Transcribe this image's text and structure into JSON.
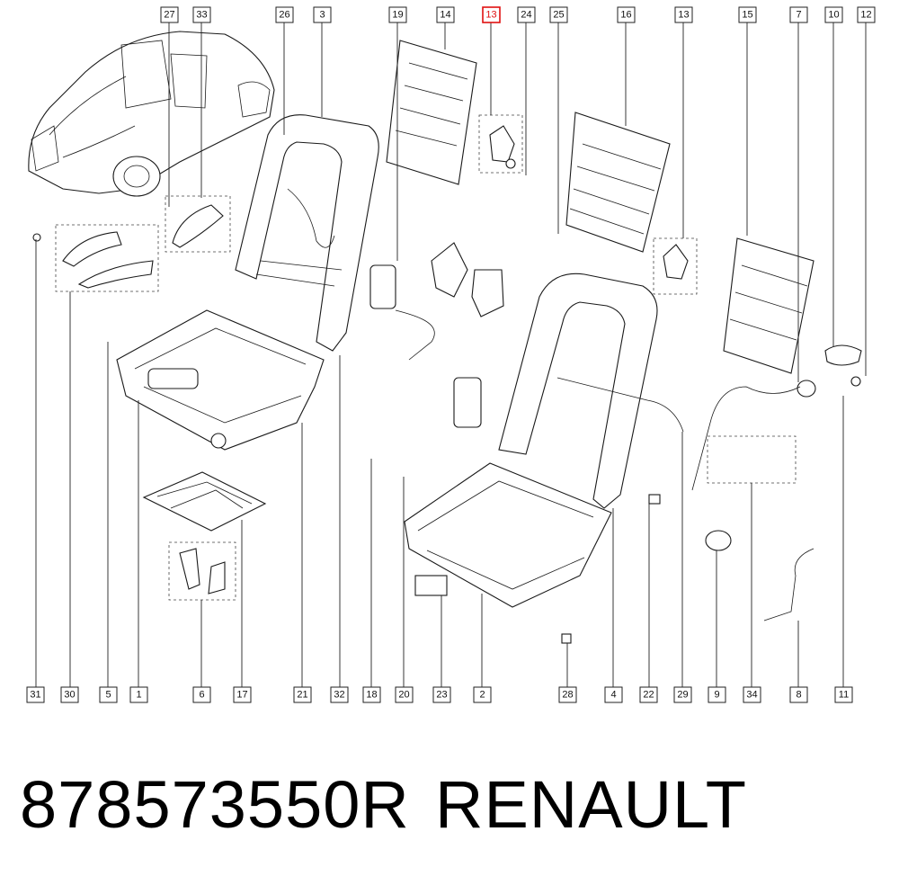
{
  "top_callouts": [
    "27",
    "33",
    "26",
    "3",
    "19",
    "14",
    "13",
    "24",
    "25",
    "16",
    "13",
    "15",
    "7",
    "10",
    "12"
  ],
  "bottom_callouts": [
    "31",
    "30",
    "5",
    "1",
    "6",
    "17",
    "21",
    "32",
    "18",
    "20",
    "23",
    "2",
    "28",
    "4",
    "22",
    "29",
    "9",
    "34",
    "8",
    "11"
  ],
  "highlighted_callout": "13",
  "caption": {
    "part_number": "878573550R",
    "brand": "RENAULT"
  },
  "colors": {
    "highlight": "#e01010",
    "line": "#1a1a1a"
  }
}
